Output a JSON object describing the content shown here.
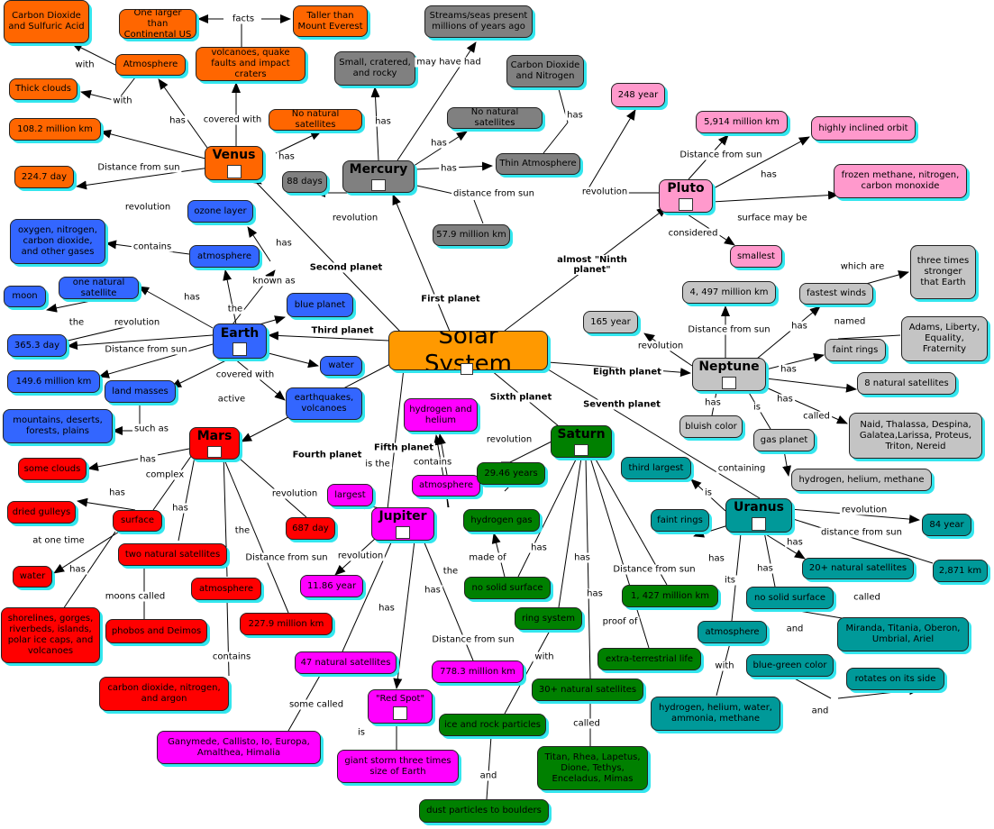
{
  "nodes": {
    "solar": "Solar System",
    "venus": "Venus",
    "v_cd": "Carbon Dioxide and Sulfuric Acid",
    "v_one": "One larger than Continental US",
    "v_taller": "Taller than Mount Everest",
    "v_atm": "Atmosphere",
    "v_volc": "volcanoes, quake faults and impact craters",
    "v_thick": "Thick clouds",
    "v_dist": "108.2 million km",
    "v_nosat": "No natural satellites",
    "v_rev": "224.7 day",
    "mercury": "Mercury",
    "m_streams": "Streams/seas present millions of years ago",
    "m_small": "Small, cratered, and rocky",
    "m_cdn": "Carbon Dioxide and Nitrogen",
    "m_nosat": "No natural satellites",
    "m_thin": "Thin Atmosphere",
    "m_88": "88 days",
    "m_dist": "57.9 million km",
    "pluto": "Pluto",
    "p_248": "248 year",
    "p_dist": "5,914 million km",
    "p_orbit": "highly inclined orbit",
    "p_frozen": "frozen methane, nitrogen, carbon monoxide",
    "p_small": "smallest",
    "earth": "Earth",
    "e_ozone": "ozone layer",
    "e_oxy": "oxygen, nitrogen, carbon dioxide, and other gases",
    "e_atm": "atmosphere",
    "e_moon": "moon",
    "e_onesat": "one natural satellite",
    "e_blue": "blue planet",
    "e_rev": "365.3 day",
    "e_dist": "149.6 million km",
    "e_water": "water",
    "e_land": "land masses",
    "e_quakes": "earthquakes, volcanoes",
    "e_mount": "mountains, deserts, forests, plains",
    "mars": "Mars",
    "ma_clouds": "some clouds",
    "ma_gull": "dried gulleys",
    "ma_surf": "surface",
    "ma_water": "water",
    "ma_twosat": "two natural satellites",
    "ma_atm": "atmosphere",
    "ma_shore": "shorelines, gorges, riverbeds, islands, polar ice caps, and volcanoes",
    "ma_phobos": "phobos and Deimos",
    "ma_cd": "carbon dioxide, nitrogen, and argon",
    "ma_687": "687 day",
    "ma_dist": "227.9 million km",
    "jupiter": "Jupiter",
    "j_hh": "hydrogen and helium",
    "j_atm": "atmosphere",
    "j_largest": "largest",
    "j_rev": "11.86 year",
    "j_47": "47 natural satellites",
    "j_red": "\"Red Spot\"",
    "j_dist": "778.3 million km",
    "j_gan": "Ganymede, Callisto, Io, Europa, Amalthea, Himalia",
    "j_giant": "giant storm three times size of Earth",
    "saturn": "Saturn",
    "s_rev": "29.46 years",
    "s_hgas": "hydrogen gas",
    "s_nosurf": "no solid surface",
    "s_ring": "ring system",
    "s_dist": "1, 427 million km",
    "s_extra": "extra-terrestrial life",
    "s_30": "30+ natural satellites",
    "s_ice": "ice and rock particles",
    "s_titan": "Titan, Rhea, Lapetus, Dione, Tethys, Enceladus, Mimas",
    "s_dust": "dust particles to boulders",
    "neptune": "Neptune",
    "n_dist": "4, 497 million km",
    "n_165": "165 year",
    "n_winds": "fastest winds",
    "n_three": "three times stronger that Earth",
    "n_rings": "faint rings",
    "n_adams": "Adams, Liberty, Equality, Fraternity",
    "n_8": "8 natural satellites",
    "n_naid": "Naid, Thalassa, Despina, Galatea,Larissa, Proteus, Triton, Nereid",
    "n_bluish": "bluish color",
    "n_gas": "gas planet",
    "n_hhm": "hydrogen, helium, methane",
    "uranus": "Uranus",
    "u_third": "third largest",
    "u_rings": "faint rings",
    "u_84": "84 year",
    "u_dist": "2,871 km",
    "u_20": "20+ natural satellites",
    "u_nosurf": "no solid surface",
    "u_miranda": "Miranda, Titania, Oberon, Umbrial, Ariel",
    "u_atm": "atmosphere",
    "u_bg": "blue-green color",
    "u_rot": "rotates on its side",
    "u_hhwam": "hydrogen, helium, water, ammonia, methane"
  },
  "links": {
    "l1": "with",
    "l2": "with",
    "l3": "facts",
    "l4": "has",
    "l5": "covered with",
    "l6": "has",
    "l7": "Distance from sun",
    "l8": "revolution",
    "l9": "Second planet",
    "l10": "may have had",
    "l11": "has",
    "l12": "has",
    "l13": "has",
    "l14": "has",
    "l15": "revolution",
    "l16": "distance from sun",
    "l17": "First planet",
    "l18": "revolution",
    "l19": "Distance from sun",
    "l20": "has",
    "l21": "surface may be",
    "l22": "considered",
    "l23": "almost \"Ninth planet\"",
    "l24": "contains",
    "l25": "has",
    "l26": "known as",
    "l27": "has",
    "l28": "the",
    "l29": "the",
    "l30": "revolution",
    "l31": "Distance from sun",
    "l32": "Third planet",
    "l33": "covered with",
    "l34": "active",
    "l35": "such as",
    "l36": "Fourth planet",
    "l37": "has",
    "l38": "complex",
    "l39": "has",
    "l40": "at one time",
    "l41": "has",
    "l42": "has",
    "l43": "moons called",
    "l44": "the",
    "l45": "contains",
    "l46": "Distance from sun",
    "l47": "revolution",
    "l48": "Fifth planet",
    "l49": "contains",
    "l50": "is the",
    "l51": "revolution",
    "l52": "has",
    "l53": "has",
    "l54": "the",
    "l55": "Distance from sun",
    "l56": "some called",
    "l57": "is",
    "l58": "Sixth planet",
    "l59": "revolution",
    "l60": "made of",
    "l61": "has",
    "l62": "has",
    "l63": "has",
    "l64": "Distance from sun",
    "l65": "proof of",
    "l66": "with",
    "l67": "called",
    "l68": "and",
    "l69": "Eighth planet",
    "l70": "revolution",
    "l71": "Distance from sun",
    "l72": "has",
    "l73": "which are",
    "l74": "named",
    "l75": "has",
    "l76": "has",
    "l77": "called",
    "l78": "has",
    "l79": "is",
    "l80": "containing",
    "l81": "Seventh planet",
    "l82": "is",
    "l83": "has",
    "l84": "revolution",
    "l85": "distance from sun",
    "l86": "has",
    "l87": "has",
    "l88": "called",
    "l89": "its",
    "l90": "and",
    "l91": "with",
    "l92": "and"
  },
  "colors": {
    "orange": "#ff6600",
    "grey": "#808080",
    "light_grey": "#c4c4c4",
    "pink": "#ff99cc",
    "blue": "#3366ff",
    "red": "#ff0000",
    "magenta": "#ff00ff",
    "green": "#008000",
    "teal": "#009999",
    "sun": "#ff9900",
    "shadow": "#33e6ee"
  },
  "icons": {
    "resource": "document-icon"
  }
}
